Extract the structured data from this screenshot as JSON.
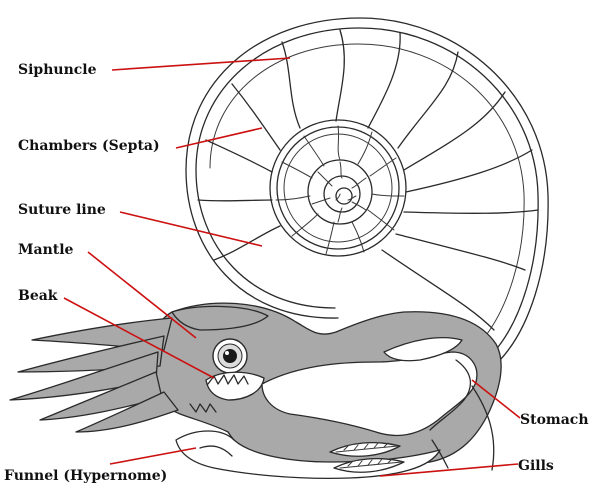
{
  "labels": {
    "siphuncle": "Siphuncle",
    "chambers": "Chambers (Septa)",
    "suture_line": "Suture line",
    "mantle": "Mantle",
    "beak": "Beak",
    "funnel": "Funnel (Hypernome)",
    "stomach": "Stomach",
    "gills": "Gills"
  },
  "colors": {
    "leader_line": "#cc1111",
    "body_fill": "#a9a9a9",
    "ink": "#2a2a2a"
  }
}
